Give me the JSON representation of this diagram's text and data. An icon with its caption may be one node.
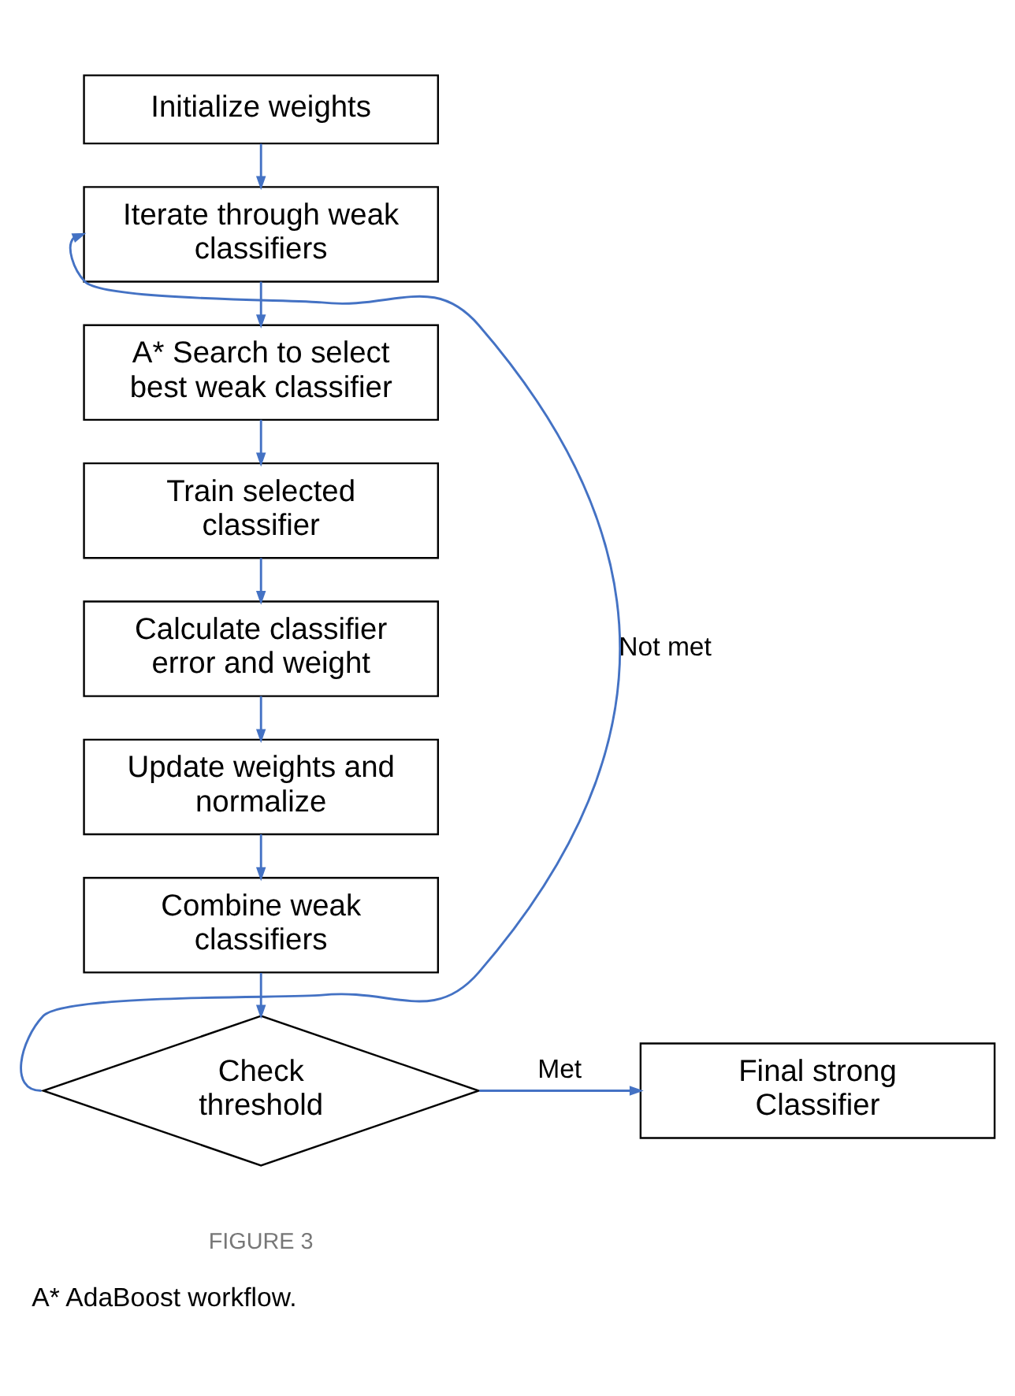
{
  "diagram": {
    "caption": "A* AdaBoost workflow.",
    "nodes": [
      {
        "text": [
          "Initialize weights"
        ]
      },
      {
        "text": [
          "Iterate through weak classifiers"
        ]
      },
      {
        "text": [
          "A* Search to select best weak classifier"
        ]
      },
      {
        "text": [
          "Train selected classifier"
        ]
      },
      {
        "text": [
          "Calculate classifier error and weight"
        ]
      },
      {
        "text": [
          "Update weights and normalize"
        ]
      },
      {
        "text": [
          "Combine weak classifiers"
        ]
      },
      {
        "text": [
          "Check threshold"
        ]
      },
      {
        "text": [
          "Final strong Classifier"
        ]
      }
    ],
    "edges": [
      {
        "from": 0,
        "to": 1,
        "arrow": "to"
      },
      {
        "from": 1,
        "to": 2,
        "arrow": "to"
      },
      {
        "from": 2,
        "to": 3,
        "arrow": "to"
      },
      {
        "from": 3,
        "to": 4,
        "arrow": "to"
      },
      {
        "from": 4,
        "to": 5,
        "arrow": "to"
      },
      {
        "from": 5,
        "to": 6,
        "arrow": "to"
      },
      {
        "from": 6,
        "to": 7,
        "arrow": "to"
      },
      {
        "from": 7,
        "to": 8,
        "arrow": "to",
        "label": "Met"
      },
      {
        "from": 7,
        "to": 1,
        "arrow": "to",
        "label": "Not met"
      }
    ],
    "labels": [
      "FIGURE 3"
    ]
  }
}
